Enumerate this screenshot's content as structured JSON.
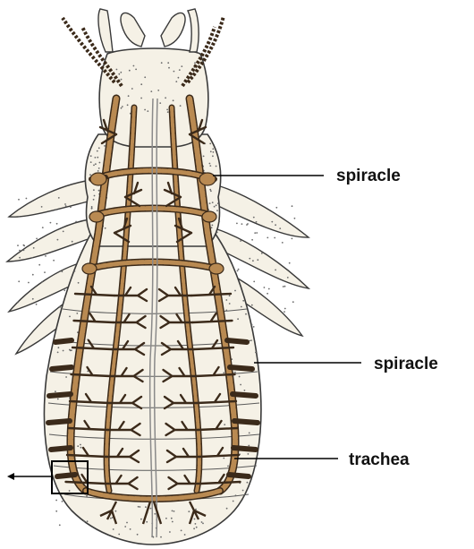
{
  "diagram": {
    "labels": {
      "spiracle_upper": "spiracle",
      "spiracle_lower": "spiracle",
      "trachea": "trachea"
    },
    "colors": {
      "trachea_fill": "#b98a52",
      "trachea_outline": "#3b2a1a",
      "body_fill": "#f5f1e6",
      "body_outline": "#3a3a3a",
      "stipple": "#6b6b6b",
      "leader_line": "#000000"
    }
  }
}
